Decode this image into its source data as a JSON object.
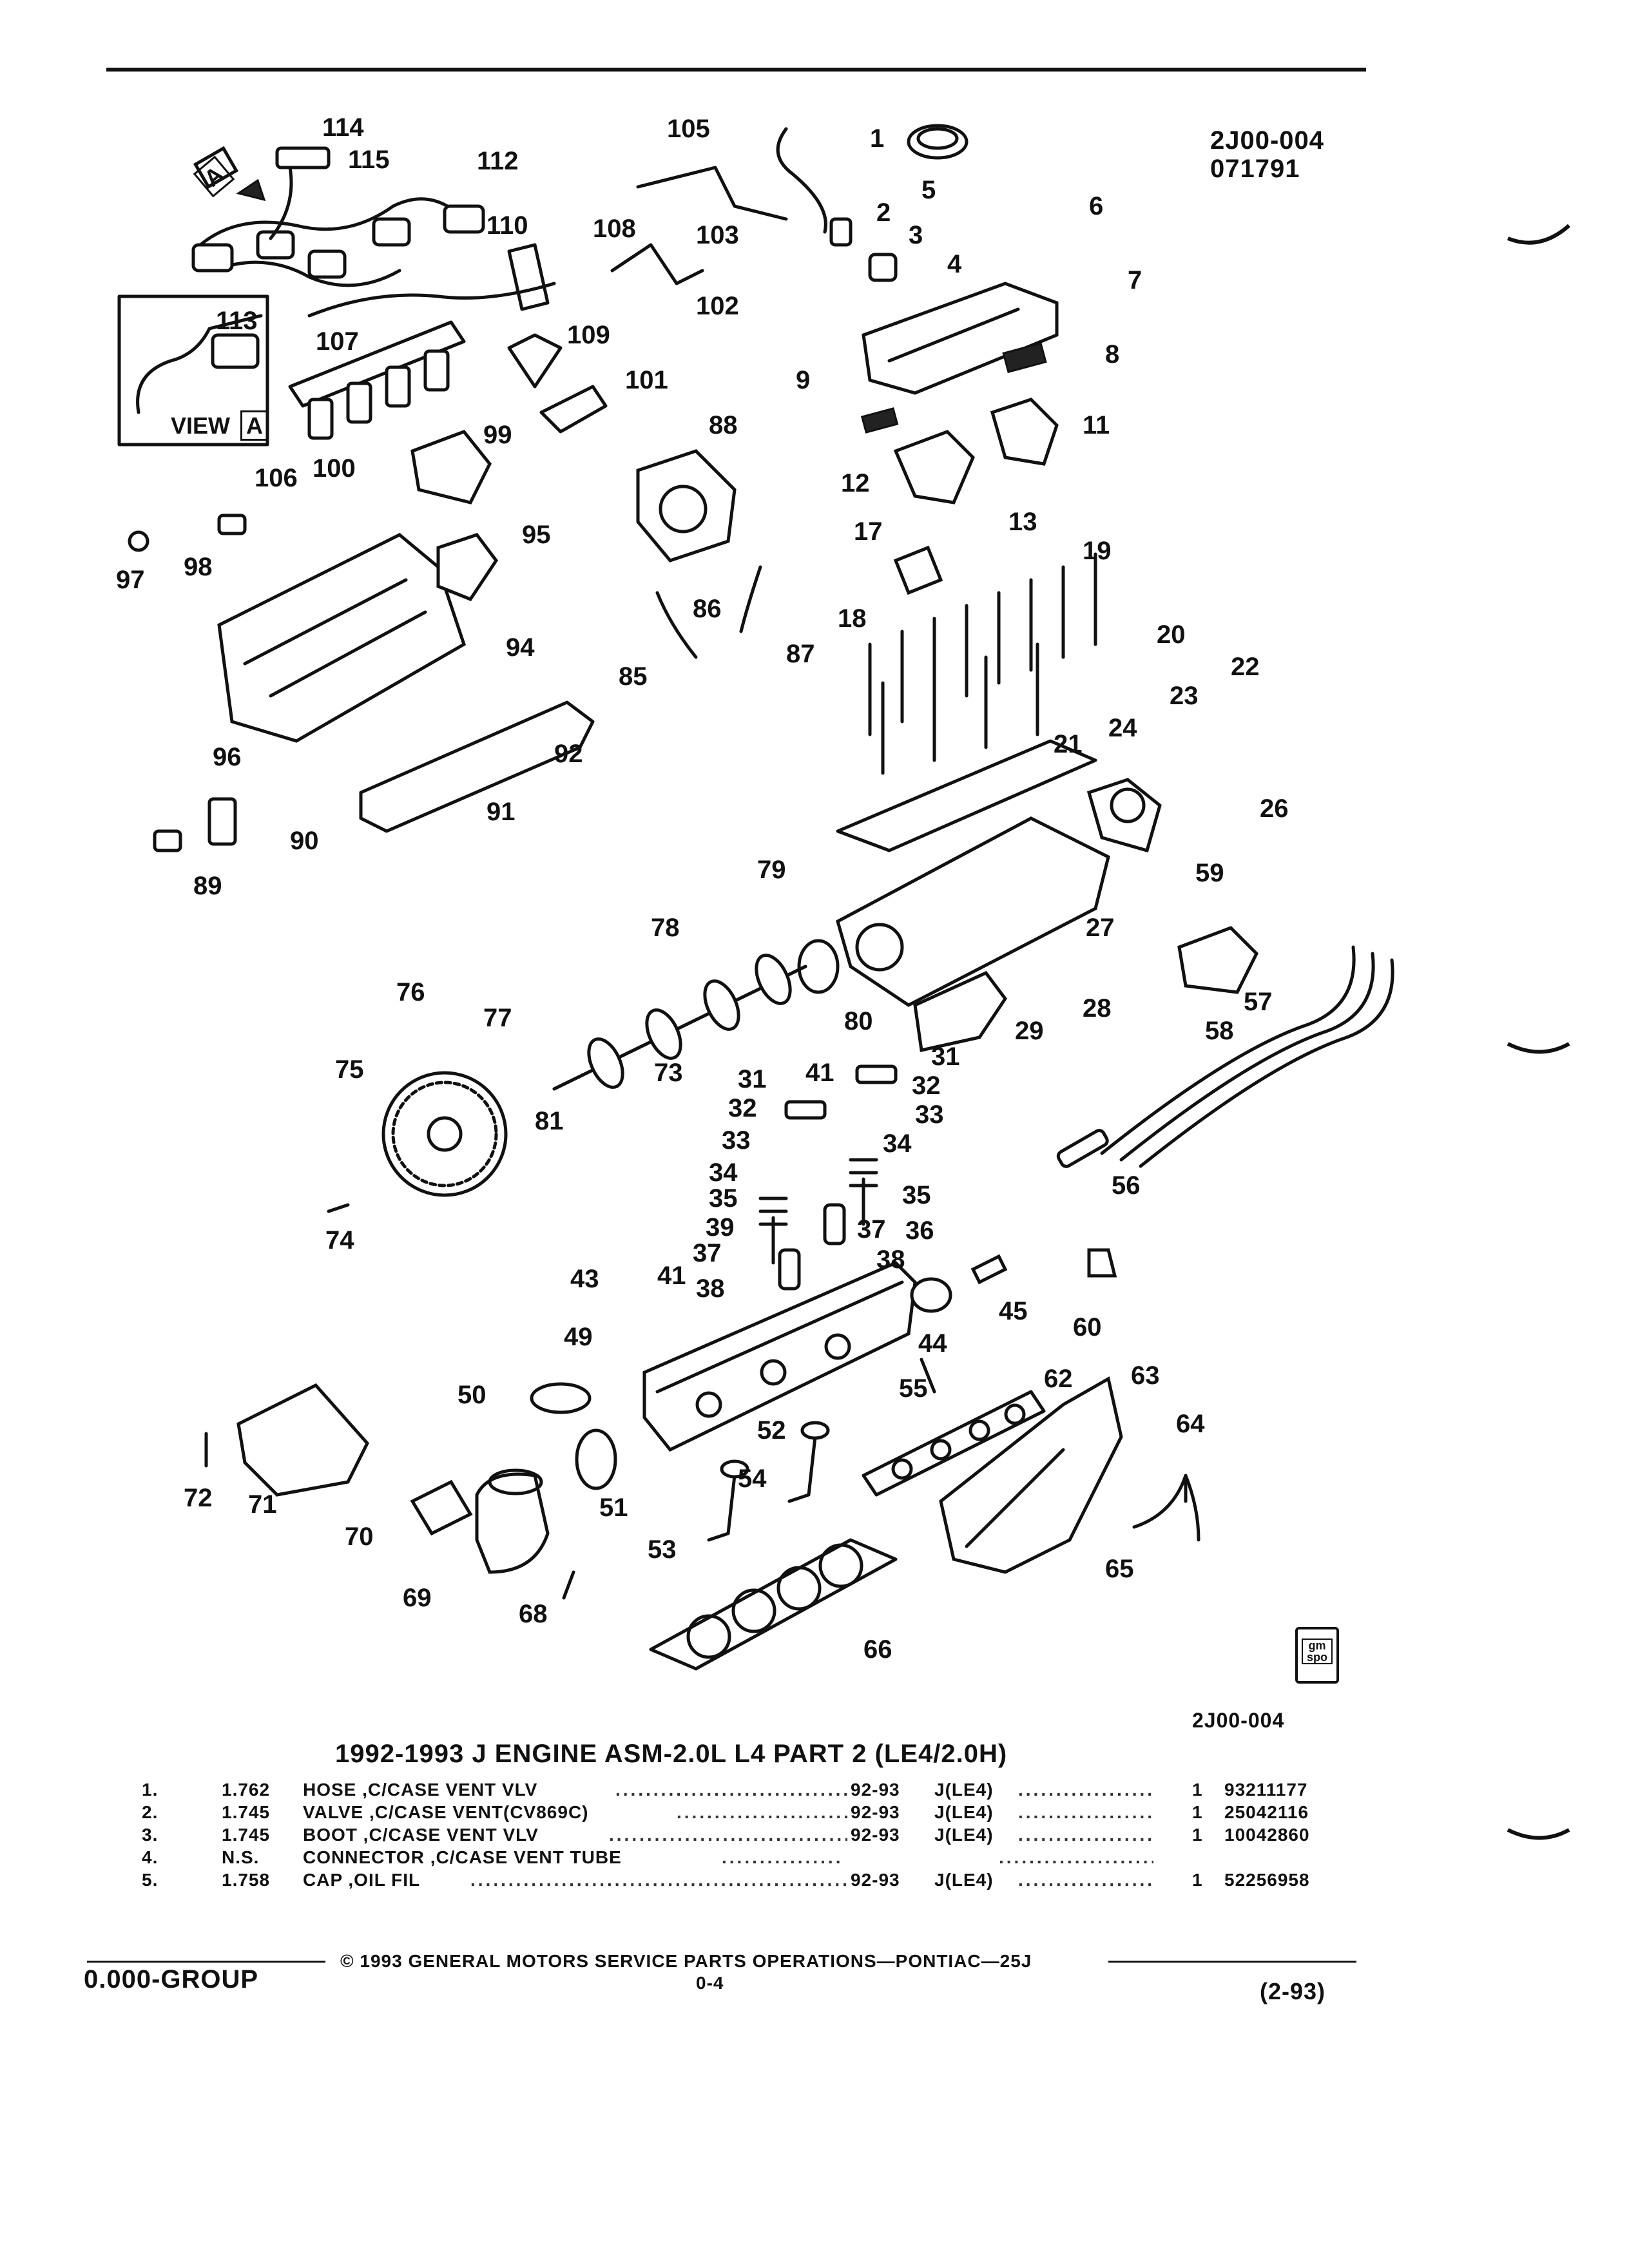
{
  "figure": {
    "code_top": "2J00-004",
    "date_code": "071791",
    "code_bottom": "2J00-004",
    "view_label": "VIEW",
    "view_letter": "A",
    "arrow_letter": "A",
    "badge_top": "gm",
    "badge_bottom": "spo",
    "callouts": [
      "114",
      "115",
      "112",
      "105",
      "1",
      "5",
      "110",
      "108",
      "103",
      "2",
      "3",
      "4",
      "6",
      "7",
      "8",
      "113",
      "107",
      "102",
      "109",
      "101",
      "9",
      "11",
      "88",
      "99",
      "106",
      "100",
      "12",
      "13",
      "17",
      "19",
      "97",
      "98",
      "95",
      "86",
      "87",
      "85",
      "94",
      "18",
      "20",
      "22",
      "96",
      "92",
      "91",
      "21",
      "23",
      "24",
      "26",
      "90",
      "89",
      "79",
      "59",
      "78",
      "27",
      "76",
      "77",
      "28",
      "57",
      "80",
      "29",
      "58",
      "75",
      "73",
      "31",
      "41",
      "32",
      "81",
      "33",
      "34",
      "35",
      "36",
      "37",
      "39",
      "38",
      "74",
      "56",
      "43",
      "45",
      "60",
      "49",
      "44",
      "55",
      "62",
      "63",
      "50",
      "52",
      "64",
      "72",
      "71",
      "54",
      "51",
      "70",
      "53",
      "65",
      "69",
      "68",
      "66"
    ]
  },
  "parts_list": {
    "title": "1992-1993 J ENGINE ASM-2.0L L4 PART 2 (LE4/2.0H)",
    "rows": [
      {
        "no": "1.",
        "ref": "1.762",
        "desc": "HOSE ,C/CASE VENT VLV",
        "years": "92-93",
        "model": "J(LE4)",
        "qty": "1",
        "part": "93211177"
      },
      {
        "no": "2.",
        "ref": "1.745",
        "desc": "VALVE ,C/CASE VENT(CV869C)",
        "years": "92-93",
        "model": "J(LE4)",
        "qty": "1",
        "part": "25042116"
      },
      {
        "no": "3.",
        "ref": "1.745",
        "desc": "BOOT ,C/CASE VENT VLV",
        "years": "92-93",
        "model": "J(LE4)",
        "qty": "1",
        "part": "10042860"
      },
      {
        "no": "4.",
        "ref": "N.S.",
        "desc": "CONNECTOR ,C/CASE VENT TUBE",
        "years": "",
        "model": "",
        "qty": "",
        "part": ""
      },
      {
        "no": "5.",
        "ref": "1.758",
        "desc": "CAP ,OIL FIL",
        "years": "92-93",
        "model": "J(LE4)",
        "qty": "1",
        "part": "52256958"
      }
    ]
  },
  "footer": {
    "copyright": "© 1993 GENERAL MOTORS SERVICE PARTS OPERATIONS—PONTIAC—25J",
    "page": "0-4",
    "group": "0.000-GROUP",
    "revision": "(2-93)"
  }
}
